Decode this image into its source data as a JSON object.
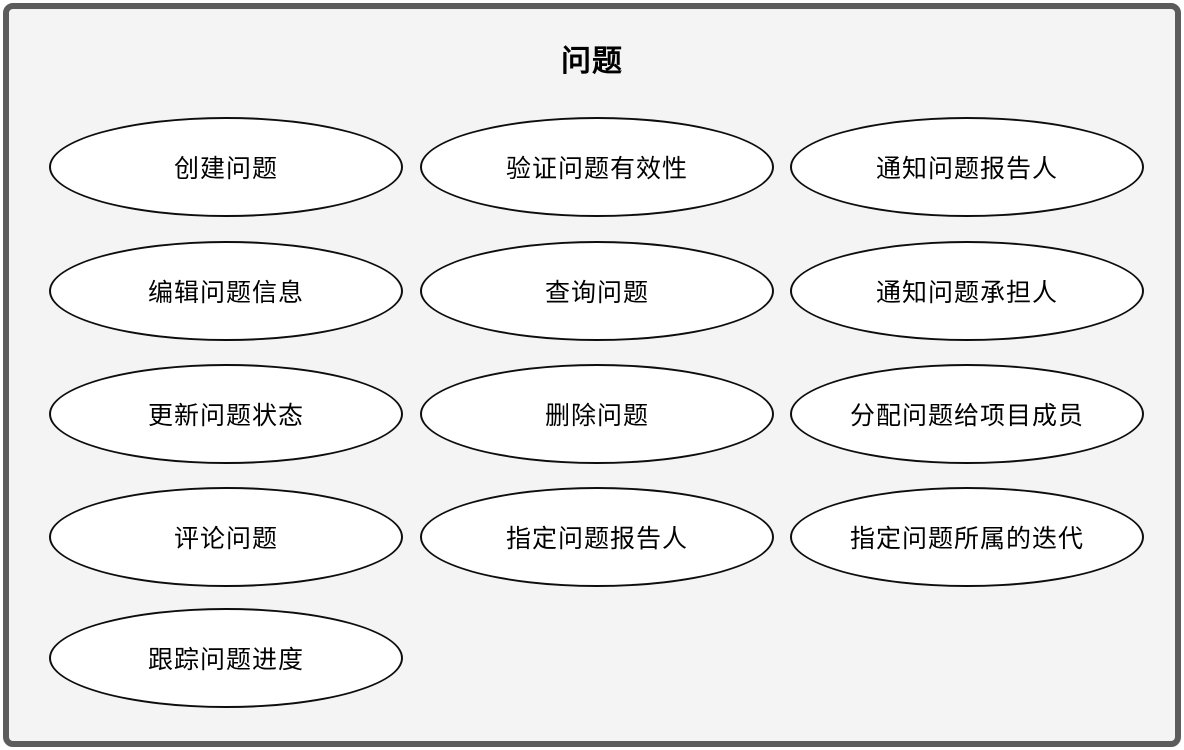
{
  "diagram": {
    "title": "问题",
    "rows": [
      [
        "创建问题",
        "验证问题有效性",
        "通知问题报告人"
      ],
      [
        "编辑问题信息",
        "查询问题",
        "通知问题承担人"
      ],
      [
        "更新问题状态",
        "删除问题",
        "分配问题给项目成员"
      ],
      [
        "评论问题",
        "指定问题报告人",
        "指定问题所属的迭代"
      ],
      [
        "跟踪问题进度"
      ]
    ],
    "colors": {
      "frame_border": "#5c5c5c",
      "canvas_background": "#f4f4f4",
      "ellipse_fill": "#ffffff",
      "ellipse_stroke": "#0d0d0d",
      "text": "#000000"
    }
  }
}
